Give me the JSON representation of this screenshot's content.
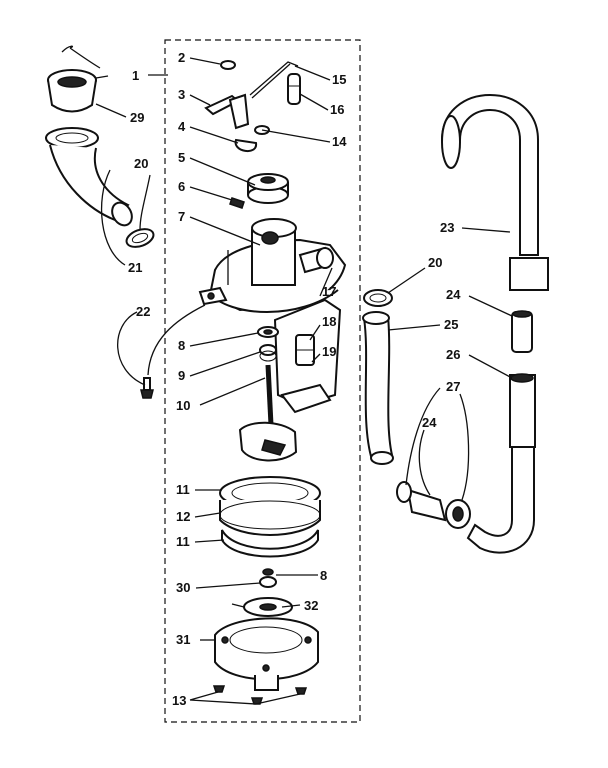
{
  "labels": {
    "l1": "1",
    "l2": "2",
    "l3": "3",
    "l4": "4",
    "l5": "5",
    "l6": "6",
    "l7": "7",
    "l8a": "8",
    "l8b": "8",
    "l9": "9",
    "l10": "10",
    "l11a": "11",
    "l11b": "11",
    "l12": "12",
    "l13": "13",
    "l14": "14",
    "l15": "15",
    "l16": "16",
    "l17": "17",
    "l18": "18",
    "l19": "19",
    "l20a": "20",
    "l20b": "20",
    "l21": "21",
    "l22": "22",
    "l23": "23",
    "l24a": "24",
    "l24b": "24",
    "l25": "25",
    "l26": "26",
    "l27": "27",
    "l29": "29",
    "l30": "30",
    "l31": "31",
    "l32": "32"
  }
}
